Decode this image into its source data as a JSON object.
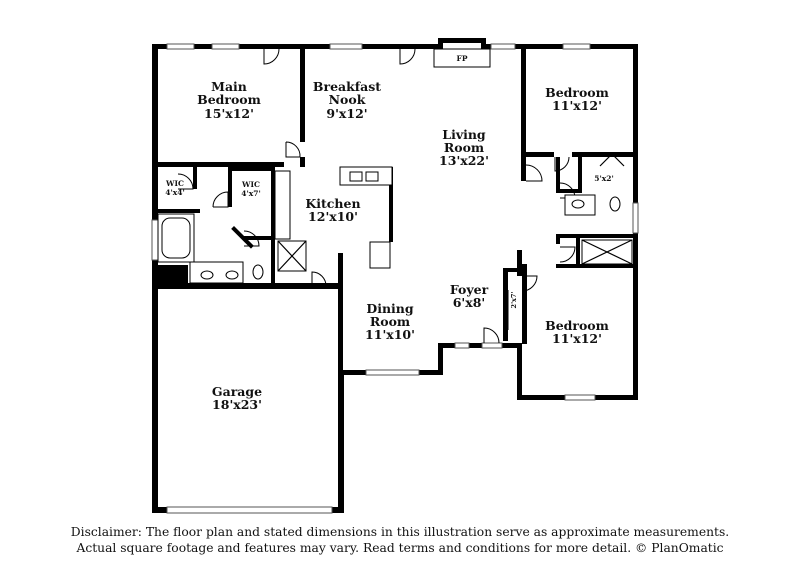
{
  "rooms": {
    "main_bedroom": {
      "name_line1": "Main",
      "name_line2": "Bedroom",
      "dims": "15'x12'"
    },
    "breakfast_nook": {
      "name_line1": "Breakfast",
      "name_line2": "Nook",
      "dims": "9'x12'"
    },
    "living_room": {
      "name_line1": "Living",
      "name_line2": "Room",
      "dims": "13'x22'"
    },
    "bedroom_ne": {
      "name": "Bedroom",
      "dims": "11'x12'"
    },
    "bedroom_se": {
      "name": "Bedroom",
      "dims": "11'x12'"
    },
    "kitchen": {
      "name": "Kitchen",
      "dims": "12'x10'"
    },
    "dining_room": {
      "name_line1": "Dining",
      "name_line2": "Room",
      "dims": "11'x10'"
    },
    "foyer": {
      "name": "Foyer",
      "dims": "6'x8'"
    },
    "garage": {
      "name": "Garage",
      "dims": "18'x23'"
    },
    "wic_small": {
      "name": "WIC",
      "dims": "4'x4'"
    },
    "wic_large": {
      "name": "WIC",
      "dims": "4'x7'"
    }
  },
  "labels": {
    "fireplace": "FP",
    "closet_5x2": "5'x2'",
    "closet_2x7": "2'x7'"
  },
  "disclaimer": {
    "line1": "Disclaimer: The floor plan and stated dimensions in this illustration serve as approximate measurements.",
    "line2": "Actual square footage and features may vary. Read terms and conditions for more detail. © PlanOmatic"
  }
}
